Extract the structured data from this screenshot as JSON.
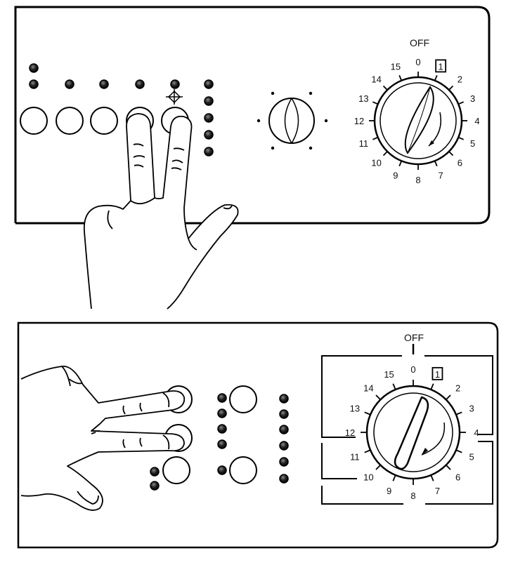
{
  "top_panel": {
    "dial": {
      "off_label": "OFF",
      "numbers": [
        "0",
        "1",
        "2",
        "3",
        "4",
        "5",
        "6",
        "7",
        "8",
        "9",
        "10",
        "11",
        "12",
        "13",
        "14",
        "15"
      ]
    }
  },
  "bottom_panel": {
    "dial": {
      "off_label": "OFF",
      "numbers": [
        "0",
        "1",
        "2",
        "3",
        "4",
        "5",
        "6",
        "7",
        "8",
        "9",
        "10",
        "11",
        "12",
        "13",
        "14",
        "15"
      ]
    }
  }
}
